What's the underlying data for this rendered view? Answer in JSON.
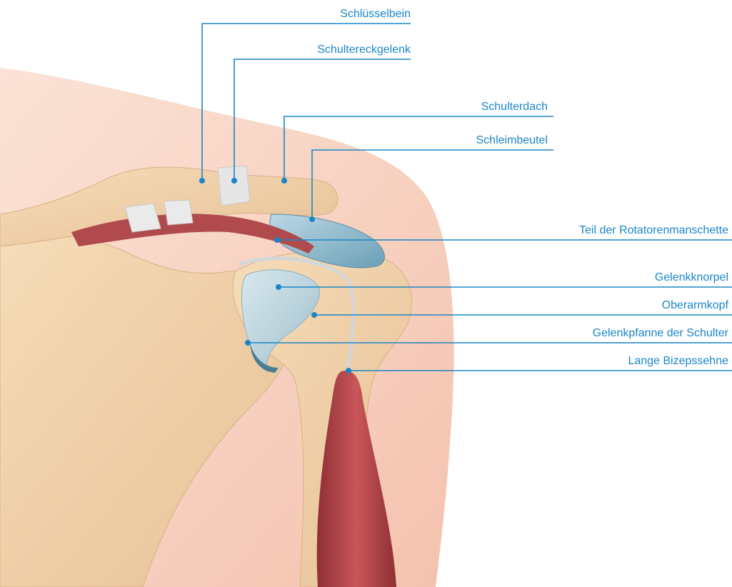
{
  "diagram": {
    "accent_color": "#1a86c8",
    "labels": [
      {
        "key": "clavicle",
        "text": "Schlüsselbein"
      },
      {
        "key": "ac_joint",
        "text": "Schultereckgelenk"
      },
      {
        "key": "acromion",
        "text": "Schulterdach"
      },
      {
        "key": "bursa",
        "text": "Schleimbeutel"
      },
      {
        "key": "rotator_cuff",
        "text": "Teil der Rotatorenmanschette"
      },
      {
        "key": "cartilage",
        "text": "Gelenkknorpel"
      },
      {
        "key": "humeral_head",
        "text": "Oberarmkopf"
      },
      {
        "key": "glenoid",
        "text": "Gelenkpfanne der Schulter"
      },
      {
        "key": "biceps_tendon",
        "text": "Lange Bizepssehne"
      }
    ]
  }
}
